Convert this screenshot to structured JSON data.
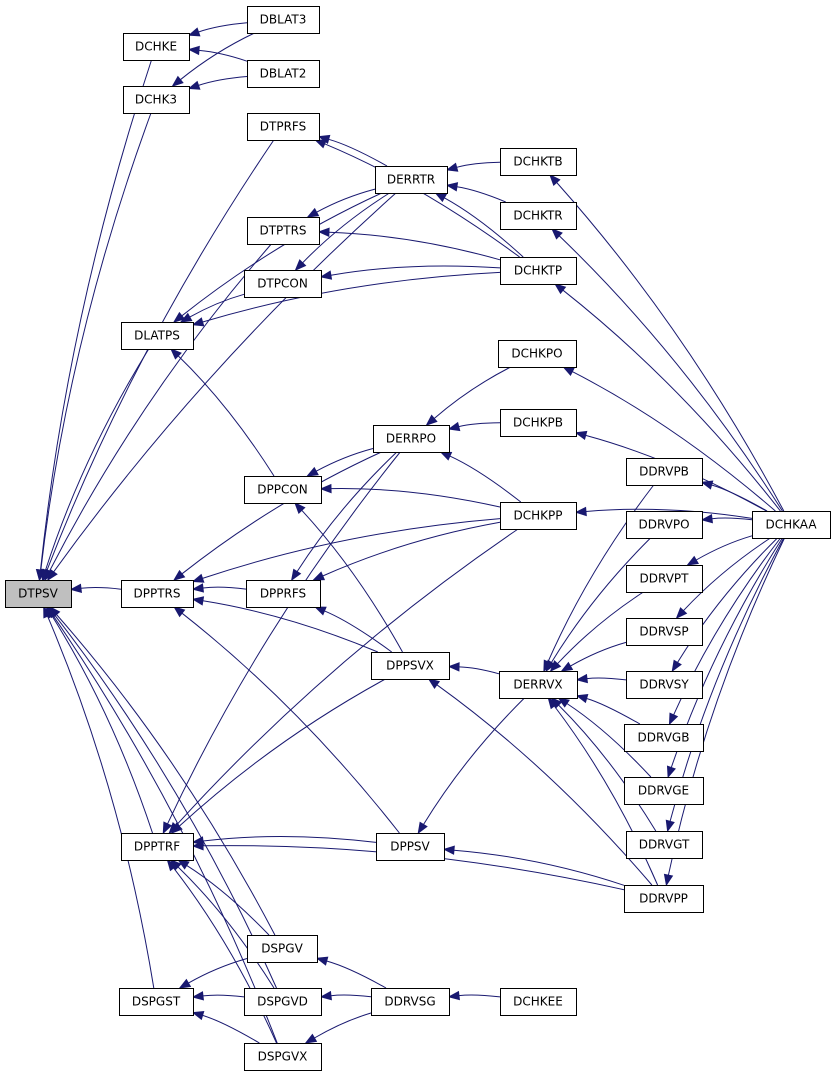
{
  "graph": {
    "type": "call-graph",
    "colors": {
      "edge": "#191970",
      "node_border": "#000000",
      "node_fill": "#ffffff",
      "root_fill": "#bfbfbf"
    },
    "root": "DTPSV",
    "nodes": [
      "DTPSV",
      "DPPTRS",
      "DLATPS",
      "DPPTRF",
      "DSPGST",
      "DCHKE",
      "DCHK3",
      "DBLAT3",
      "DBLAT2",
      "DTPRFS",
      "DTPTRS",
      "DTPCON",
      "DERRTR",
      "DCHKTB",
      "DCHKTR",
      "DCHKTP",
      "DCHKPO",
      "DCHKPB",
      "DERRPO",
      "DPPCON",
      "DCHKPP",
      "DPPRFS",
      "DPPSVX",
      "DERRVX",
      "DPPSV",
      "DSPGV",
      "DSPGVD",
      "DSPGVX",
      "DDRVSG",
      "DCHKEE",
      "DDRVPB",
      "DDRVPO",
      "DDRVPT",
      "DDRVSP",
      "DDRVSY",
      "DDRVGB",
      "DDRVGE",
      "DDRVGT",
      "DDRVPP",
      "DCHKAA"
    ],
    "edges": [
      [
        "DCHKE",
        "DTPSV"
      ],
      [
        "DCHK3",
        "DTPSV"
      ],
      [
        "DTPRFS",
        "DTPSV"
      ],
      [
        "DERRTR",
        "DTPSV"
      ],
      [
        "DTPTRS",
        "DTPSV"
      ],
      [
        "DLATPS",
        "DTPSV"
      ],
      [
        "DPPTRS",
        "DTPSV"
      ],
      [
        "DPPTRF",
        "DTPSV"
      ],
      [
        "DSPGST",
        "DTPSV"
      ],
      [
        "DSPGV",
        "DTPSV"
      ],
      [
        "DSPGVD",
        "DTPSV"
      ],
      [
        "DSPGVX",
        "DTPSV"
      ],
      [
        "DBLAT3",
        "DCHKE"
      ],
      [
        "DBLAT2",
        "DCHKE"
      ],
      [
        "DBLAT3",
        "DCHK3"
      ],
      [
        "DBLAT2",
        "DCHK3"
      ],
      [
        "DERRTR",
        "DTPRFS"
      ],
      [
        "DCHKTP",
        "DTPRFS"
      ],
      [
        "DERRTR",
        "DTPTRS"
      ],
      [
        "DCHKTP",
        "DTPTRS"
      ],
      [
        "DERRTR",
        "DTPCON"
      ],
      [
        "DCHKTP",
        "DTPCON"
      ],
      [
        "DERRTR",
        "DLATPS"
      ],
      [
        "DTPCON",
        "DLATPS"
      ],
      [
        "DCHKTP",
        "DLATPS"
      ],
      [
        "DPPCON",
        "DLATPS"
      ],
      [
        "DCHKTB",
        "DERRTR"
      ],
      [
        "DCHKTR",
        "DERRTR"
      ],
      [
        "DCHKTP",
        "DERRTR"
      ],
      [
        "DCHKAA",
        "DCHKTB"
      ],
      [
        "DCHKAA",
        "DCHKTR"
      ],
      [
        "DCHKAA",
        "DCHKTP"
      ],
      [
        "DCHKAA",
        "DCHKPO"
      ],
      [
        "DCHKAA",
        "DCHKPB"
      ],
      [
        "DCHKAA",
        "DCHKPP"
      ],
      [
        "DCHKPO",
        "DERRPO"
      ],
      [
        "DCHKPB",
        "DERRPO"
      ],
      [
        "DCHKPP",
        "DERRPO"
      ],
      [
        "DERRPO",
        "DPPCON"
      ],
      [
        "DCHKPP",
        "DPPCON"
      ],
      [
        "DERRPO",
        "DPPTRS"
      ],
      [
        "DERRPO",
        "DPPTRF"
      ],
      [
        "DERRPO",
        "DPPRFS"
      ],
      [
        "DCHKPP",
        "DPPTRS"
      ],
      [
        "DCHKPP",
        "DPPRFS"
      ],
      [
        "DCHKPP",
        "DPPTRF"
      ],
      [
        "DPPRFS",
        "DPPTRS"
      ],
      [
        "DPPSVX",
        "DPPTRS"
      ],
      [
        "DPPSV",
        "DPPTRS"
      ],
      [
        "DPPSVX",
        "DPPRFS"
      ],
      [
        "DPPSVX",
        "DPPCON"
      ],
      [
        "DPPSVX",
        "DPPTRF"
      ],
      [
        "DERRVX",
        "DPPSVX"
      ],
      [
        "DDRVPP",
        "DPPSVX"
      ],
      [
        "DERRVX",
        "DPPSV"
      ],
      [
        "DPPSV",
        "DPPTRF"
      ],
      [
        "DDRVPP",
        "DPPSV"
      ],
      [
        "DDRVPP",
        "DPPTRF"
      ],
      [
        "DSPGV",
        "DPPTRF"
      ],
      [
        "DSPGVD",
        "DPPTRF"
      ],
      [
        "DSPGVX",
        "DPPTRF"
      ],
      [
        "DSPGV",
        "DSPGST"
      ],
      [
        "DSPGVD",
        "DSPGST"
      ],
      [
        "DSPGVX",
        "DSPGST"
      ],
      [
        "DDRVSG",
        "DSPGV"
      ],
      [
        "DDRVSG",
        "DSPGVD"
      ],
      [
        "DDRVSG",
        "DSPGVX"
      ],
      [
        "DCHKEE",
        "DDRVSG"
      ],
      [
        "DDRVPB",
        "DERRVX"
      ],
      [
        "DDRVPO",
        "DERRVX"
      ],
      [
        "DDRVPT",
        "DERRVX"
      ],
      [
        "DDRVSP",
        "DERRVX"
      ],
      [
        "DDRVSY",
        "DERRVX"
      ],
      [
        "DDRVGB",
        "DERRVX"
      ],
      [
        "DDRVGE",
        "DERRVX"
      ],
      [
        "DDRVGT",
        "DERRVX"
      ],
      [
        "DDRVPP",
        "DERRVX"
      ],
      [
        "DCHKAA",
        "DDRVPB"
      ],
      [
        "DCHKAA",
        "DDRVPO"
      ],
      [
        "DCHKAA",
        "DDRVPT"
      ],
      [
        "DCHKAA",
        "DDRVSP"
      ],
      [
        "DCHKAA",
        "DDRVSY"
      ],
      [
        "DCHKAA",
        "DDRVGB"
      ],
      [
        "DCHKAA",
        "DDRVGE"
      ],
      [
        "DCHKAA",
        "DDRVGT"
      ],
      [
        "DCHKAA",
        "DDRVPP"
      ]
    ]
  }
}
